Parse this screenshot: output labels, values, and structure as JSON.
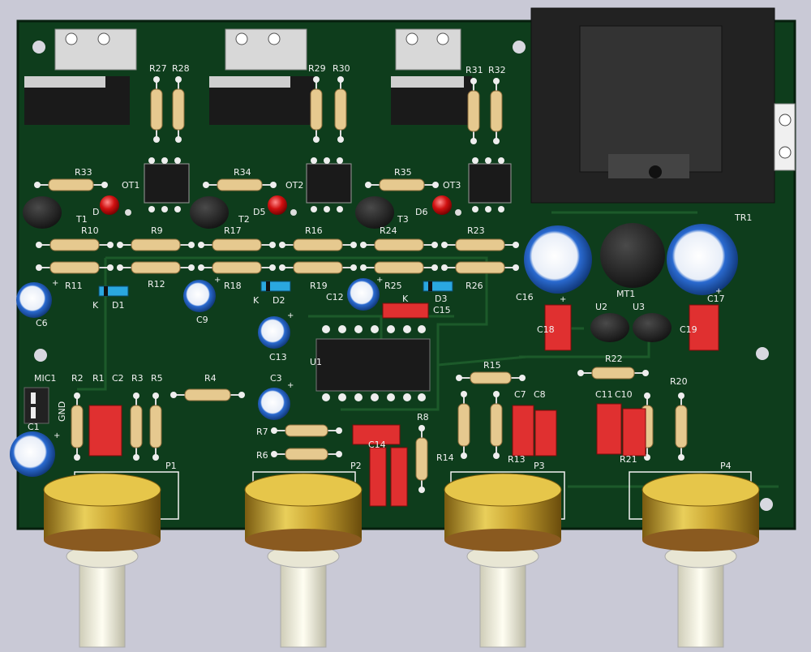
{
  "board": {
    "colors": {
      "background": "#c9c9d6",
      "pcb": "#0e3d1c",
      "trace": "#1c5a2a",
      "silk": "#f2f2f2",
      "resistor": "#e6c98f",
      "band": "#8a5a2a",
      "electrolytic": "#2a6ad0",
      "cap_film": "#e03030",
      "led": "#d01010",
      "pot_gold": "#c9a431",
      "shaft": "#f3f1e0"
    },
    "transformer": {
      "label": "TR1"
    },
    "ics": {
      "u1": "U1",
      "ot1": "OT1",
      "ot2": "OT2",
      "ot3": "OT3"
    },
    "regulators": {
      "u2": "U2",
      "u3": "U3"
    },
    "transistors": {
      "t1": "T1",
      "t2": "T2",
      "t3": "T3"
    },
    "leds": {
      "d4": "D",
      "d5": "D5",
      "d6": "D6"
    },
    "diodes": {
      "d1": "D1",
      "d2": "D2",
      "d3": "D3",
      "k": "K"
    },
    "resistors": {
      "r1": "R1",
      "r2": "R2",
      "r3": "R3",
      "r4": "R4",
      "r5": "R5",
      "r6": "R6",
      "r7": "R7",
      "r8": "R8",
      "r9": "R9",
      "r10": "R10",
      "r11": "R11",
      "r12": "R12",
      "r13": "R13",
      "r14": "R14",
      "r15": "R15",
      "r16": "R16",
      "r17": "R17",
      "r18": "R18",
      "r19": "R19",
      "r20": "R20",
      "r21": "R21",
      "r22": "R22",
      "r23": "R23",
      "r24": "R24",
      "r25": "R25",
      "r26": "R26",
      "r27": "R27",
      "r28": "R28",
      "r29": "R29",
      "r30": "R30",
      "r31": "R31",
      "r32": "R32",
      "r33": "R33",
      "r34": "R34",
      "r35": "R35"
    },
    "capacitors": {
      "c1": "C1",
      "c2": "C2",
      "c3": "C3",
      "c6": "C6",
      "c7": "C7",
      "c8": "C8",
      "c9": "C9",
      "c10": "C10",
      "c11": "C11",
      "c12": "C12",
      "c13": "C13",
      "c14": "C14",
      "c15": "C15",
      "c16": "C16",
      "c17": "C17",
      "c18": "C18",
      "c19": "C19"
    },
    "mount": {
      "mt1": "MT1"
    },
    "connector": {
      "mic": "MIC1",
      "gnd": "GND"
    },
    "pots": {
      "p1": "P1",
      "p2": "P2",
      "p3": "P3",
      "p4": "P4"
    },
    "plus": "+"
  }
}
